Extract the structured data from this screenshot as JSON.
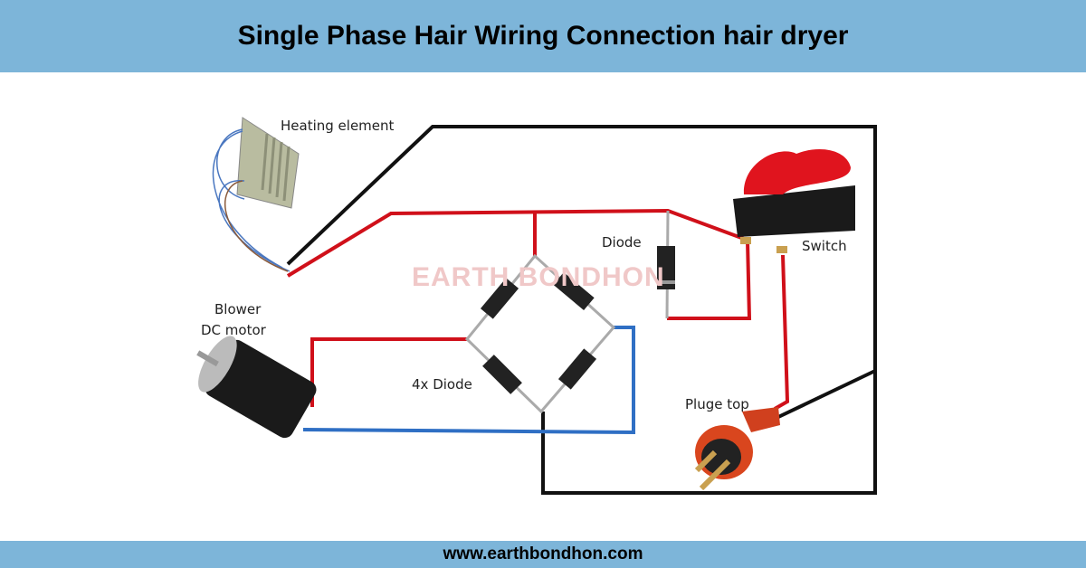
{
  "header": {
    "title": "Single Phase Hair Wiring Connection hair dryer"
  },
  "labels": {
    "heating_element": "Heating element",
    "diode": "Diode",
    "switch": "Switch",
    "blower": "Blower",
    "dc_motor": "DC motor",
    "bridge": "4x Diode",
    "plug": "Pluge top"
  },
  "watermark": "EARTH BONDHON",
  "footer": {
    "url": "www.earthbondhon.com"
  },
  "colors": {
    "band": "#7db5d9",
    "live": "#d0101a",
    "neutral": "#111111",
    "dc_negative": "#2f6fc4"
  }
}
